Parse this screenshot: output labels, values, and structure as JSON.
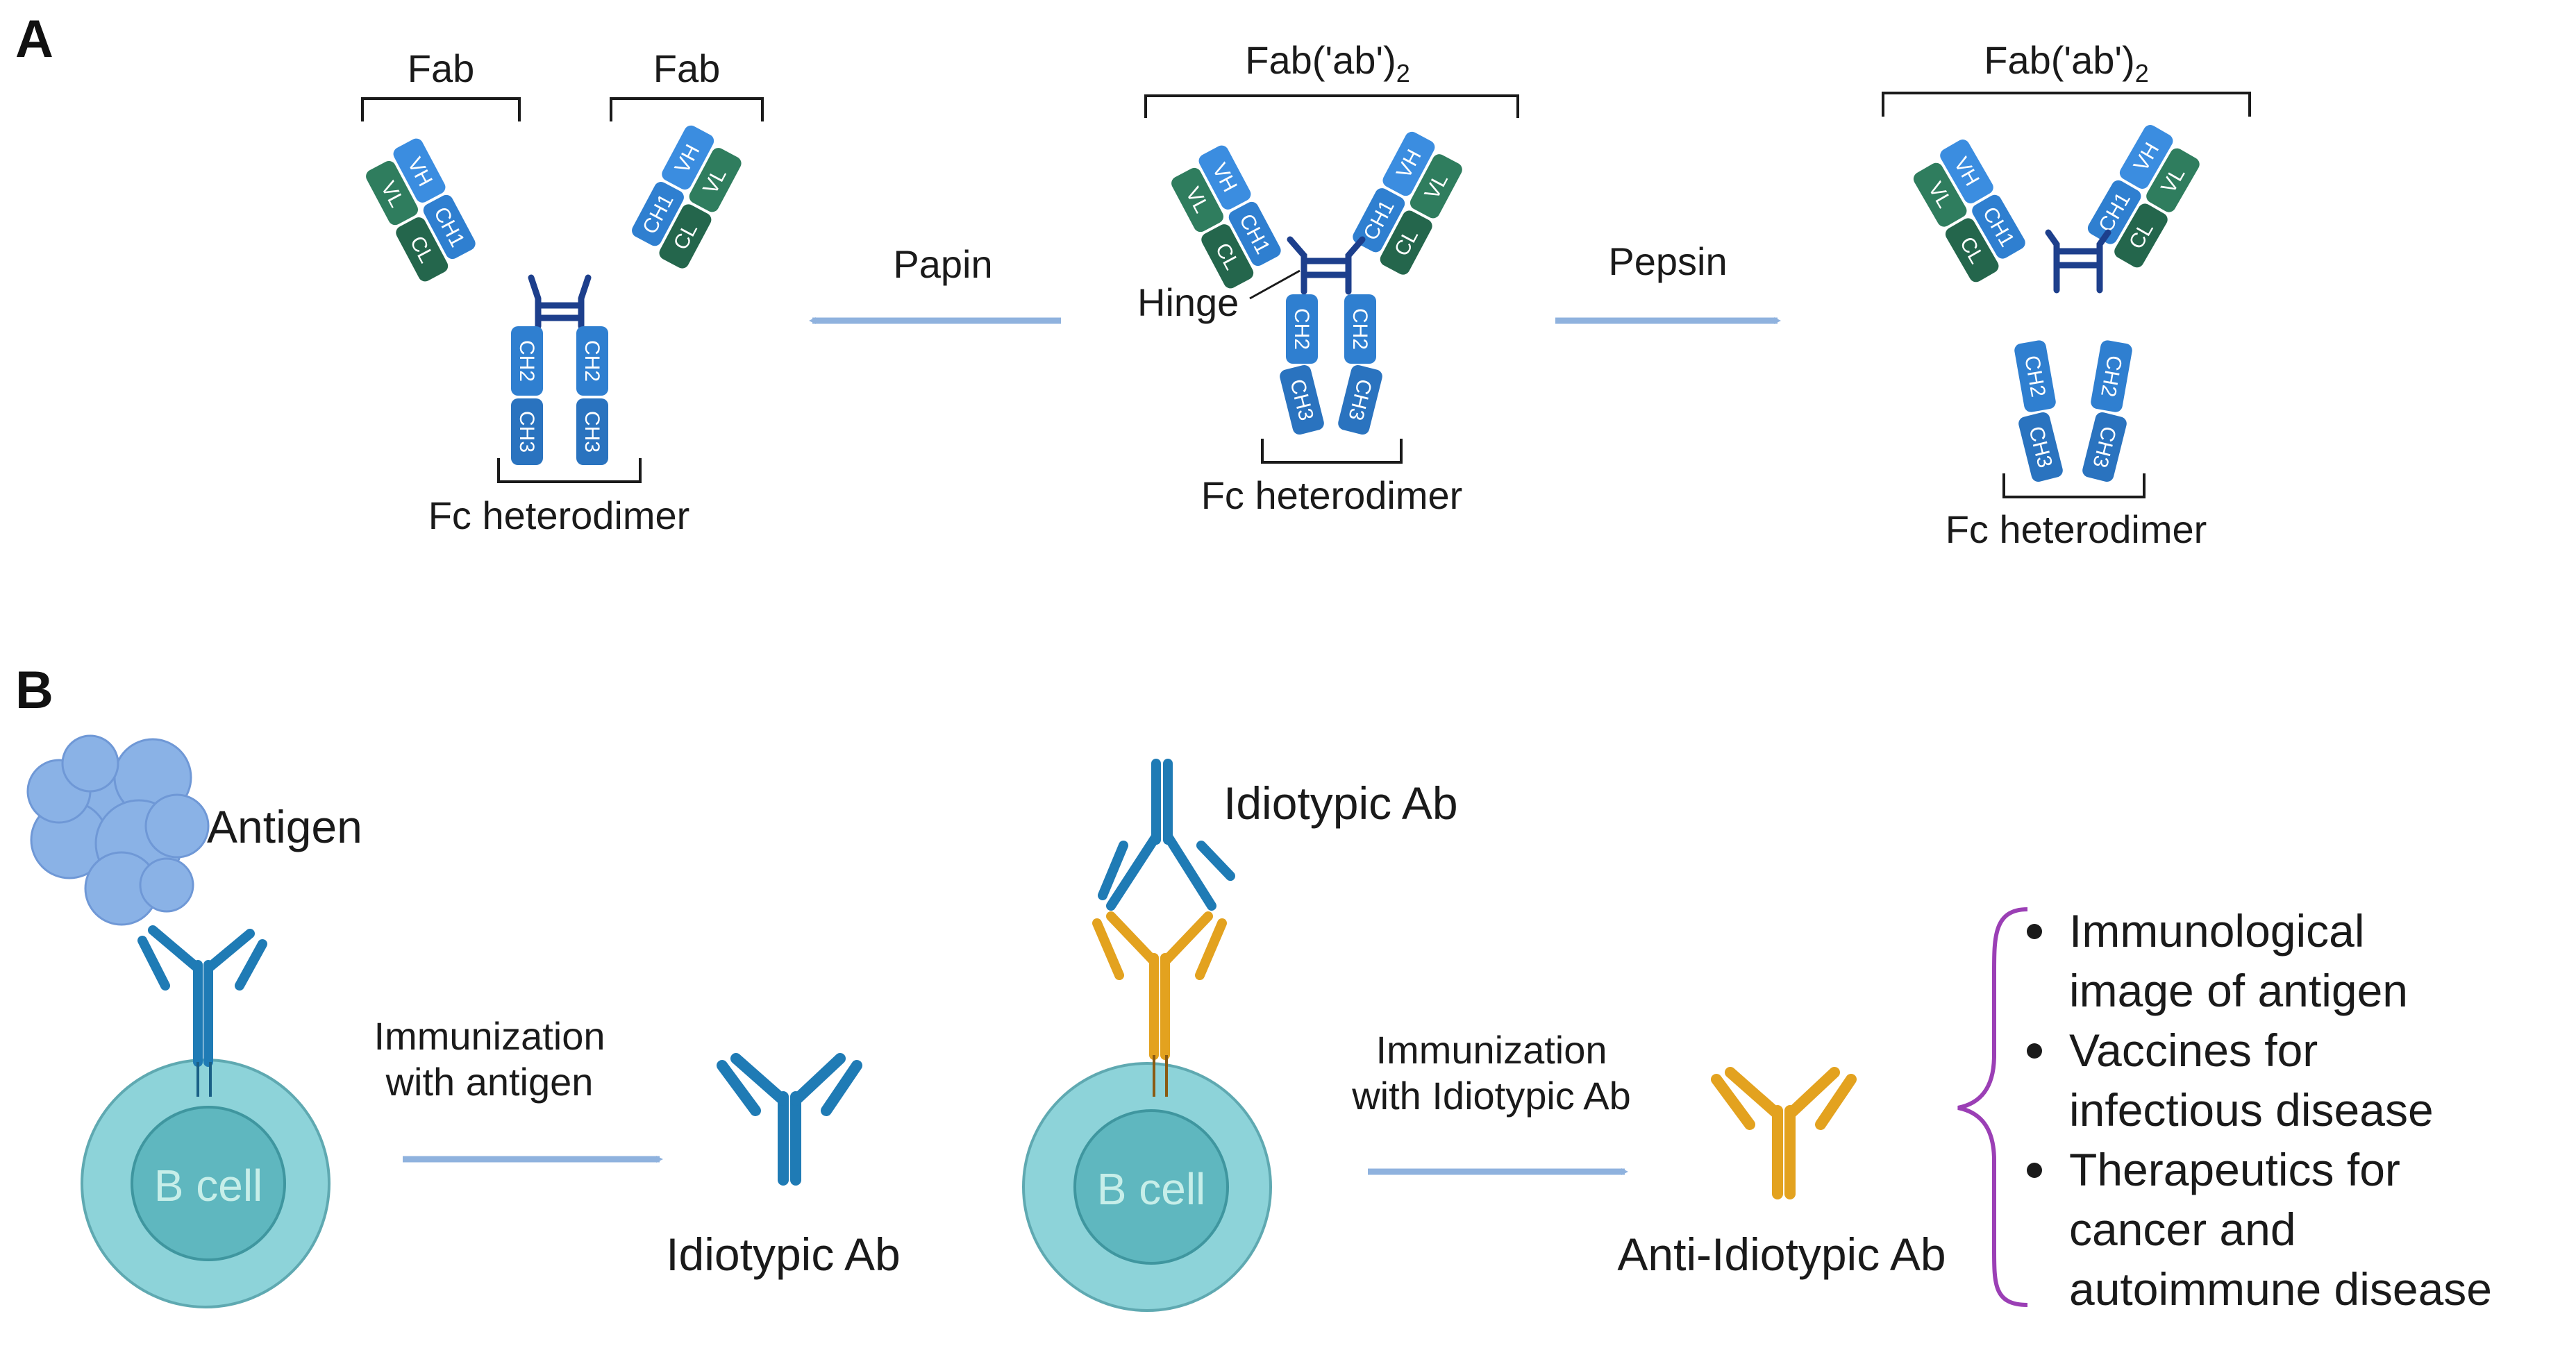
{
  "panels": {
    "a": "A",
    "b": "B"
  },
  "panel_a": {
    "fab_left": "Fab",
    "fab_right": "Fab",
    "fab2_prefix": "Fab('ab')",
    "fab2_sub": "2",
    "papin": "Papin",
    "pepsin": "Pepsin",
    "hinge": "Hinge",
    "fc": "Fc heterodimer",
    "domains": {
      "vh": "VH",
      "vl": "VL",
      "ch1": "CH1",
      "cl": "CL",
      "ch2": "CH2",
      "ch3": "CH3"
    }
  },
  "panel_b": {
    "antigen": "Antigen",
    "b_cell": "B cell",
    "immunization_antigen": [
      "Immunization",
      "with antigen"
    ],
    "idiotypic_ab": "Idiotypic Ab",
    "immunization_idiotypic": [
      "Immunization",
      "with Idiotypic Ab"
    ],
    "anti_idiotypic_ab": "Anti-Idiotypic Ab",
    "applications": [
      [
        "Immunological",
        "image of antigen"
      ],
      [
        "Vaccines for",
        "infectious disease"
      ],
      [
        "Therapeutics for",
        "cancer and",
        "autoimmune disease"
      ]
    ]
  },
  "colors": {
    "heavy_blue": "#2f7fd0",
    "light_green": "#2f7d5e",
    "hinge_navy": "#1d3f8c",
    "arrow": "#8fb2de",
    "ab_blue": "#1f7bb5",
    "ab_orange": "#e3a21f",
    "cell_outer": "#8dd3d9",
    "cell_inner": "#5fb7bf",
    "brace": "#9b3fb5"
  }
}
